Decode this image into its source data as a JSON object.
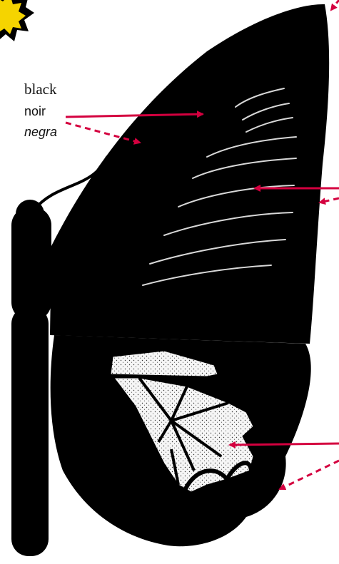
{
  "labels": {
    "english": "black",
    "french": "noir",
    "spanish": "negra"
  },
  "colors": {
    "wing": "#000000",
    "arrow": "#d4003f",
    "spot": "#f6f6f6",
    "badge": "#f5d400"
  },
  "icons": {
    "badge": "starburst-badge-icon",
    "arrow": "arrow-icon"
  }
}
